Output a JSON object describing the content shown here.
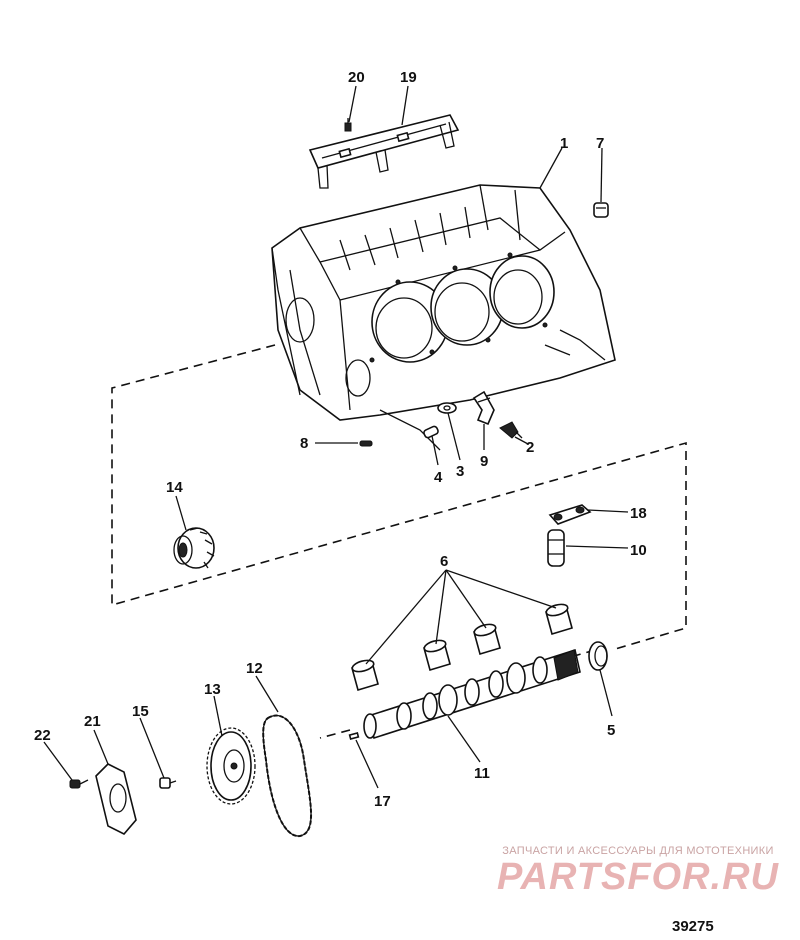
{
  "callouts": {
    "c1": "1",
    "c2": "2",
    "c3": "3",
    "c4": "4",
    "c5": "5",
    "c6": "6",
    "c7": "7",
    "c8": "8",
    "c9": "9",
    "c10": "10",
    "c11": "11",
    "c12": "12",
    "c13": "13",
    "c14": "14",
    "c15": "15",
    "c17": "17",
    "c18": "18",
    "c19": "19",
    "c20": "20",
    "c21": "21",
    "c22": "22"
  },
  "watermark": {
    "tagline": "ЗАПЧАСТИ И АКСЕССУАРЫ ДЛЯ МОТОТЕХНИКИ",
    "logo": "PARTSFOR.RU"
  },
  "figure_number": "39275",
  "colors": {
    "ink": "#111111",
    "watermark": "#e8b3b3"
  }
}
